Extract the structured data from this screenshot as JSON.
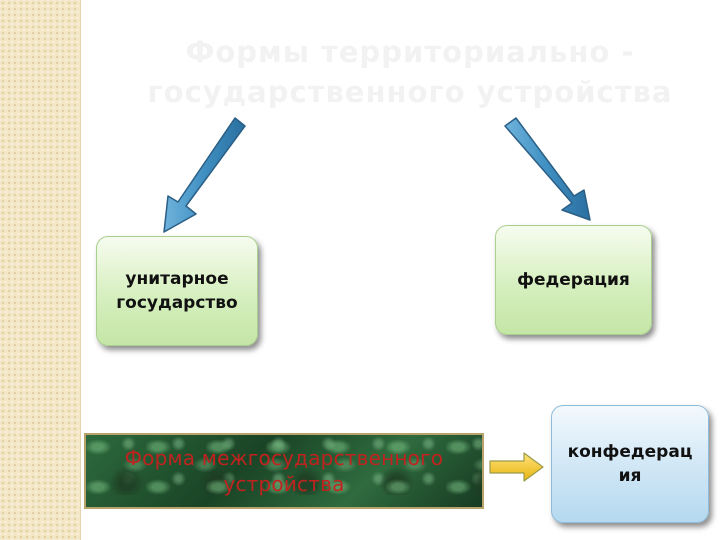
{
  "title": {
    "line1": "Формы  территориально -",
    "line2": "государственного устройства"
  },
  "nodes": {
    "unitary": "унитарное государство",
    "federation": "федерация",
    "confederation": "конфедерация"
  },
  "interstate_box": {
    "label": "Форма межгосударственного устройства"
  },
  "colors": {
    "arrow_blue": "#3f8fc2",
    "arrow_yellow": "#f2c21a",
    "green_box": "#d6efbf",
    "blue_box": "#cfe6f5",
    "label_red": "#c0231f"
  }
}
